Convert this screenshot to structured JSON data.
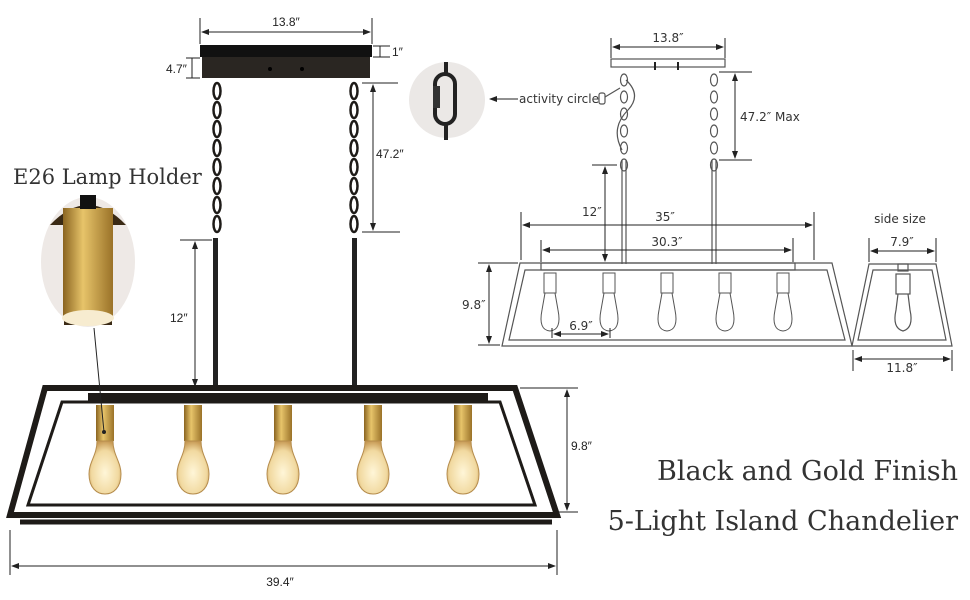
{
  "main_view": {
    "canopy_width": "13.8″",
    "canopy_thickness": "1″",
    "canopy_height": "4.7″",
    "chain_length": "47.2″",
    "rod_length": "12″",
    "frame_height": "9.8″",
    "frame_length": "39.4″",
    "lamp_holder_label": "E26 Lamp Holder"
  },
  "line_drawing": {
    "canopy_width": "13.8″",
    "activity_circle_label": "activity circle",
    "chain_length": "47.2″ Max",
    "rod_length": "12″",
    "outer_length": "35″",
    "rail_length": "30.3″",
    "frame_height": "9.8″",
    "bulb_spacing": "6.9″"
  },
  "side_view": {
    "title": "side size",
    "top_width": "7.9″",
    "bottom_width": "11.8″"
  },
  "headline": {
    "line1": "Black and Gold Finish",
    "line2": "5-Light Island Chandelier"
  },
  "colors": {
    "black": "#1e1b18",
    "gold": "#c9a24a"
  }
}
